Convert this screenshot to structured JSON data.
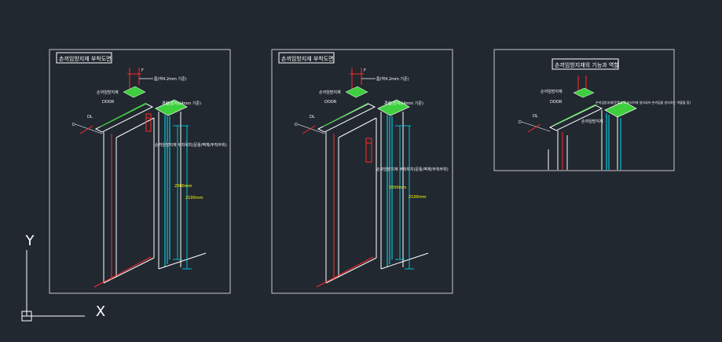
{
  "colors": {
    "background": "#212830",
    "frame": "#c8c8c8",
    "white": "#ffffff",
    "red": "#ff2a2a",
    "cyan": "#00e5ff",
    "green": "#3ecf3e",
    "yellow": "#ffff00"
  },
  "ucs": {
    "x_label": "X",
    "y_label": "Y"
  },
  "panels": [
    {
      "title": "손끼임방지재 부착도면",
      "note_top": "틈(약4.2mm 기준)",
      "dim_top": "F",
      "label_part": "손끼임방지재",
      "label_door": "DOOR",
      "label_hinge": "경첩(힌지)(4mm 기준)",
      "label_side": "손끼임방지재 부착위치(문틀/벽체/부착부위)",
      "dim_left_1": "D",
      "dim_left_2": "DL",
      "dim_height_1": "2000mm",
      "dim_height_2": "2100mm"
    },
    {
      "title": "손끼임방지재 부착도면",
      "note_top": "틈(약4.2mm 기준)",
      "dim_top": "F",
      "label_part": "손끼임방지재",
      "label_door": "DOOR",
      "label_hinge": "경첩(힌지)(4mm 기준)",
      "label_side": "손끼임방지재 부착위치(문틀/벽체/부착부위)",
      "dim_left_1": "D",
      "dim_left_2": "DL",
      "dim_height_1": "2000mm",
      "dim_height_2": "2100mm"
    },
    {
      "title": "손끼임방지재의 기능과 역할",
      "label_part": "손끼임방지재",
      "label_door": "DOOR",
      "label_hinge": "손끼임방지재(문틀과 도어사이에 설치되어 손끼임을 방지하는 역할을 함)",
      "label_side": "손끼임방지재",
      "dim_left_1": "D",
      "dim_left_2": "DL"
    }
  ]
}
